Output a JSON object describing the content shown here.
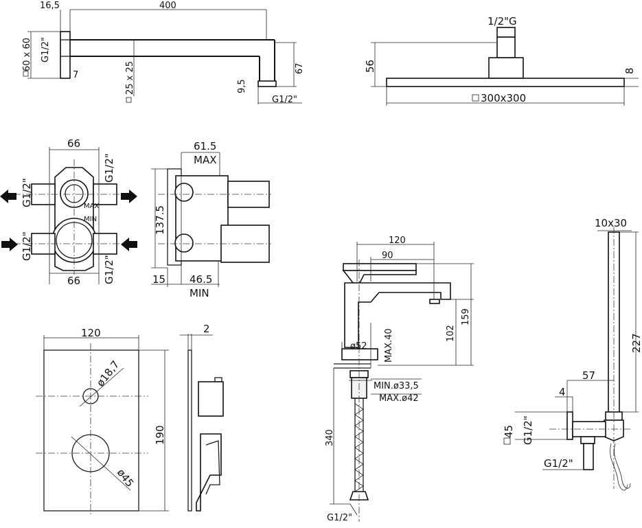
{
  "shower_arm": {
    "top_offset": "16,5",
    "length": "400",
    "wall_plate": "60 x 60",
    "thread": "G1/2\"",
    "plate_thk": "7",
    "section": "25 x 25",
    "drop": "67",
    "outlet_h": "9,5",
    "outlet_thread": "G1/2\""
  },
  "shower_head": {
    "thread": "1/2\"G",
    "height": "56",
    "plate_thk": "8",
    "size": "300x300"
  },
  "mixer_body": {
    "width_top": "66",
    "width_bottom": "66",
    "conn_left_top": "G1/2\"",
    "conn_right_top": "G1/2\"",
    "conn_left_bottom": "G1/2\"",
    "conn_right_bottom": "G1/2\"",
    "max_mark": "MAX",
    "min_mark": "MIN"
  },
  "mixer_side": {
    "depth_max_val": "61.5",
    "depth_max_label": "MAX",
    "height": "137.5",
    "plaster": "15",
    "depth_min_val": "46.5",
    "depth_min_label": "MIN"
  },
  "plate": {
    "width": "120",
    "thickness": "2",
    "height": "190",
    "small_dia": "ø18,7",
    "large_dia": "ø45"
  },
  "basin_mixer": {
    "spout_total": "120",
    "spout_reach": "90",
    "height_total": "159",
    "spout_height": "102",
    "base_dia": "ø52",
    "max_deck": "MAX.40",
    "min_hole": "MIN.ø33,5",
    "max_hole": "MAX.ø42",
    "hose_len": "340",
    "hose_thread": "G1/2\""
  },
  "hand_shower": {
    "section": "10x30",
    "length": "227",
    "outlet": "57",
    "flange": "4",
    "square": "45",
    "thread_v": "G1/2\"",
    "thread_h": "G1/2\""
  }
}
